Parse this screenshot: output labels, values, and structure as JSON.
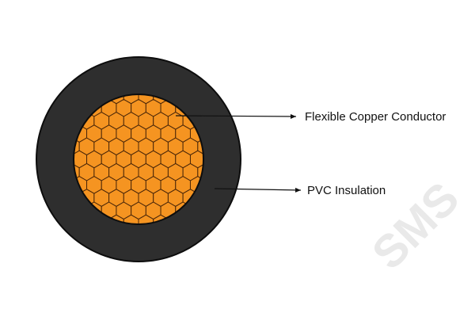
{
  "diagram": {
    "labels": {
      "conductor": "Flexible Copper Conductor",
      "insulation": "PVC Insulation"
    },
    "watermark": "SMS"
  },
  "colors": {
    "insulation": "#2e2e2e",
    "insulation_edge": "#0d0d0d",
    "copper": "#f59421",
    "strand_edge": "#4a2608",
    "leader": "#111111",
    "watermark": "#e9e9e9"
  }
}
